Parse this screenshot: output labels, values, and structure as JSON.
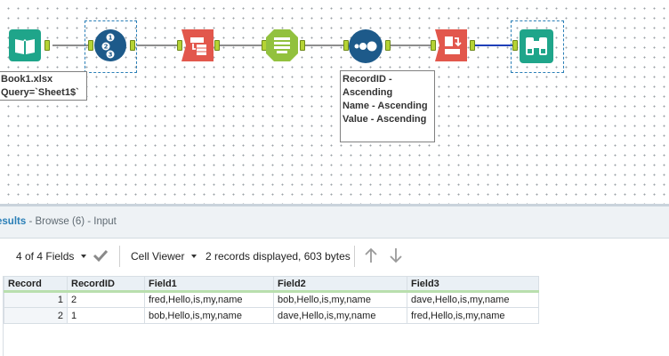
{
  "canvas": {
    "input_annotation": [
      "Book1.xlsx",
      "Query=`Sheet1$`"
    ],
    "sort_annotation": [
      "RecordID -",
      "Ascending",
      "Name - Ascending",
      "Value - Ascending"
    ],
    "tools": [
      {
        "name": "input-data-tool",
        "icon": "book-icon",
        "color": "#1fa58a"
      },
      {
        "name": "record-id-tool",
        "icon": "numbered-circle-icon",
        "color": "#1d5a8a"
      },
      {
        "name": "transpose-tool",
        "icon": "transpose-icon",
        "color": "#e2574c"
      },
      {
        "name": "summarize-tool",
        "icon": "summarize-icon",
        "color": "#92c13e"
      },
      {
        "name": "crosstab-tool",
        "icon": "crosstab-dots-icon",
        "color": "#1d5a8a"
      },
      {
        "name": "sort-tool",
        "icon": "sort-icon",
        "color": "#e2574c"
      },
      {
        "name": "browse-tool",
        "icon": "binoculars-icon",
        "color": "#1fa58a"
      }
    ]
  },
  "results": {
    "title_bold": "esults",
    "title_rest": " - Browse (6) - Input"
  },
  "toolbar": {
    "fields_label": "4 of 4 Fields",
    "cell_viewer_label": "Cell Viewer",
    "status": "2 records displayed, 603 bytes"
  },
  "table": {
    "columns": [
      "Record",
      "RecordID",
      "Field1",
      "Field2",
      "Field3"
    ],
    "rows": [
      [
        "1",
        "2",
        "fred,Hello,is,my,name",
        "bob,Hello,is,my,name",
        "dave,Hello,is,my,name"
      ],
      [
        "2",
        "1",
        "bob,Hello,is,my,name",
        "dave,Hello,is,my,name",
        "fred,Hello,is,my,name"
      ]
    ]
  },
  "colors": {
    "accent_blue": "#2a7fb7",
    "anchor_green": "#b5d334",
    "selected_connection": "#1f3fb8"
  }
}
